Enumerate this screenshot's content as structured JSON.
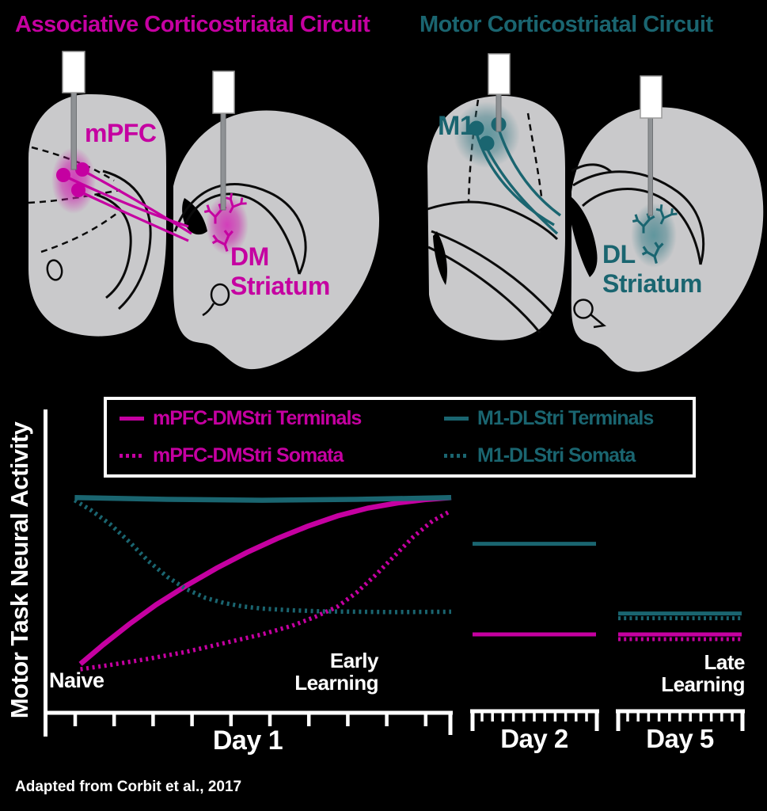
{
  "header": {
    "left_title": "Associative Corticostriatal Circuit",
    "right_title": "Motor Corticostriatal Circuit"
  },
  "panels": {
    "associative": {
      "cortex_label": "mPFC",
      "striatum_label_line1": "DM",
      "striatum_label_line2": "Striatum",
      "accent_color": "#C500A1"
    },
    "motor": {
      "cortex_label": "M1",
      "striatum_label_line1": "DL",
      "striatum_label_line2": "Striatum",
      "accent_color": "#1A6570"
    }
  },
  "colors": {
    "magenta": "#C500A1",
    "teal": "#1A6570",
    "slice_grey": "#C9C9CB",
    "background": "#000000",
    "axis_white": "#FFFFFF"
  },
  "legend": {
    "items": [
      {
        "label": "mPFC-DMStri Terminals",
        "line_style": "solid",
        "color": "#C500A1"
      },
      {
        "label": "mPFC-DMStri Somata",
        "line_style": "dotted",
        "color": "#C500A1"
      },
      {
        "label": "M1-DLStri Terminals",
        "line_style": "solid",
        "color": "#1A6570"
      },
      {
        "label": "M1-DLStri Somata",
        "line_style": "dotted",
        "color": "#1A6570"
      }
    ]
  },
  "chart_data": {
    "type": "line",
    "title": "",
    "ylabel": "Motor Task Neural Activity",
    "xlabel": "",
    "ylim": [
      0,
      100
    ],
    "grid": false,
    "legend_position": "top",
    "x_axis": {
      "sections": [
        {
          "label": "Day 1"
        },
        {
          "label": "Day 2"
        },
        {
          "label": "Day 5"
        }
      ]
    },
    "annotations": {
      "naive": "Naive",
      "early_line1": "Early",
      "early_line2": "Learning",
      "late_line1": "Late",
      "late_line2": "Learning"
    },
    "series": [
      {
        "name": "mPFC-DMStri Terminals",
        "color": "#C500A1",
        "style": "solid",
        "day1": [
          [
            0.02,
            3
          ],
          [
            0.08,
            14
          ],
          [
            0.15,
            26
          ],
          [
            0.22,
            37
          ],
          [
            0.3,
            48
          ],
          [
            0.38,
            58
          ],
          [
            0.46,
            67
          ],
          [
            0.54,
            75
          ],
          [
            0.62,
            82
          ],
          [
            0.7,
            88
          ],
          [
            0.78,
            92.5
          ],
          [
            0.86,
            95.5
          ],
          [
            0.93,
            97.3
          ],
          [
            1,
            98.5
          ]
        ],
        "day2": {
          "level": 20,
          "shown": true
        },
        "day5": {
          "level": 20,
          "shown": true
        }
      },
      {
        "name": "mPFC-DMStri Somata",
        "color": "#C500A1",
        "style": "dotted",
        "day1": [
          [
            0.02,
            0
          ],
          [
            0.1,
            2.5
          ],
          [
            0.2,
            6
          ],
          [
            0.3,
            10
          ],
          [
            0.4,
            15
          ],
          [
            0.5,
            20
          ],
          [
            0.58,
            25
          ],
          [
            0.64,
            30
          ],
          [
            0.7,
            36
          ],
          [
            0.75,
            44
          ],
          [
            0.8,
            54
          ],
          [
            0.85,
            65
          ],
          [
            0.9,
            76
          ],
          [
            0.95,
            85
          ],
          [
            1,
            91
          ]
        ],
        "day5": {
          "level": 20,
          "shown": true
        }
      },
      {
        "name": "M1-DLStri Terminals",
        "color": "#1A6570",
        "style": "solid",
        "day1": [
          [
            0.005,
            98.5
          ],
          [
            0.25,
            97.5
          ],
          [
            0.5,
            97
          ],
          [
            0.75,
            97.5
          ],
          [
            1,
            98.5
          ]
        ],
        "day2": {
          "level": 72,
          "shown": true
        },
        "day5": {
          "level": 32,
          "shown": true
        }
      },
      {
        "name": "M1-DLStri Somata",
        "color": "#1A6570",
        "style": "dotted",
        "day1": [
          [
            0.005,
            97
          ],
          [
            0.05,
            91
          ],
          [
            0.1,
            83
          ],
          [
            0.15,
            73
          ],
          [
            0.2,
            62
          ],
          [
            0.25,
            53
          ],
          [
            0.3,
            46
          ],
          [
            0.35,
            41
          ],
          [
            0.4,
            38
          ],
          [
            0.45,
            36
          ],
          [
            0.5,
            34.8
          ],
          [
            0.58,
            33.8
          ],
          [
            0.66,
            33.2
          ],
          [
            0.75,
            33
          ],
          [
            0.85,
            32.8
          ],
          [
            1,
            33
          ]
        ],
        "day5": {
          "level": 32,
          "shown": true
        }
      }
    ]
  },
  "caption": "Adapted from Corbit et al., 2017"
}
